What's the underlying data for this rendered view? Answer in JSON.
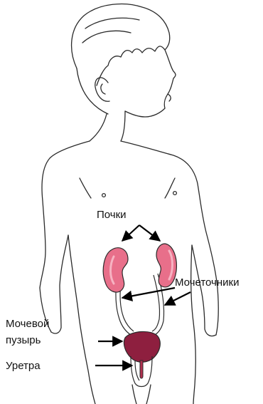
{
  "labels": {
    "kidneys": "Почки",
    "ureters": "Мочеточники",
    "bladder_line1": "Мочевой",
    "bladder_line2": "пузырь",
    "urethra": "Уретра"
  },
  "colors": {
    "outline": "#2a2a2a",
    "kidney": "#e86f8a",
    "kidney_light": "#f6b3c2",
    "bladder": "#8e1f3f",
    "urethra": "#b0304f",
    "arrow": "#000000"
  }
}
